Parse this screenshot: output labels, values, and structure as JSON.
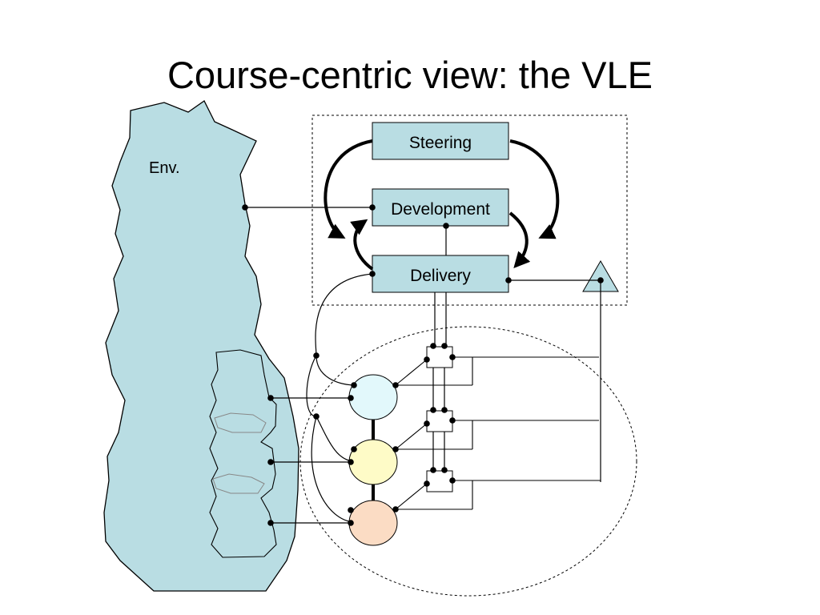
{
  "title": "Course-centric view: the VLE",
  "environment_label": "Env.",
  "boxes": {
    "steering": "Steering",
    "development": "Development",
    "delivery": "Delivery"
  },
  "colors": {
    "box_fill": "#b9dde3",
    "environment_fill": "#b9dde3",
    "node_top": "#e2f8fb",
    "node_middle": "#fefbc7",
    "node_bottom": "#fbdcc4"
  }
}
